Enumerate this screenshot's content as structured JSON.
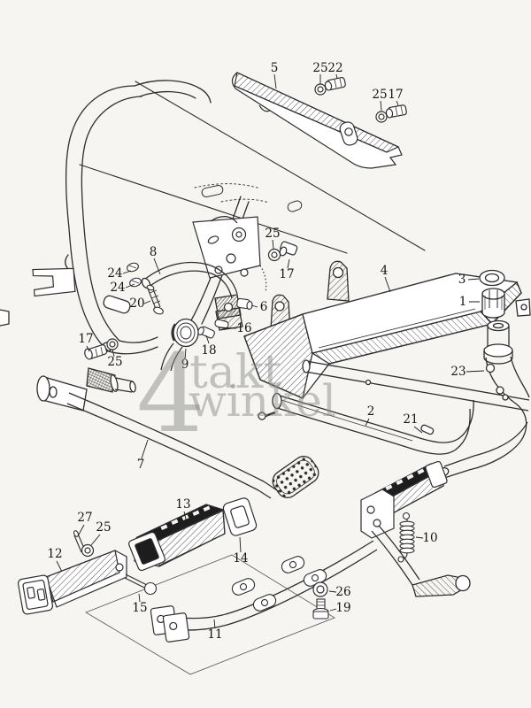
{
  "colors": {
    "paper": "#f6f5f1",
    "ink": "#2e2e2e",
    "label": "#151515",
    "watermark_gray": "#8c8c8c"
  },
  "diagram": {
    "watermark": {
      "big": "4",
      "line1": "takt",
      "line2": "winkel"
    },
    "callouts": [
      {
        "label": "5"
      },
      {
        "label": "25"
      },
      {
        "label": "22"
      },
      {
        "label": "25"
      },
      {
        "label": "17"
      },
      {
        "label": "8"
      },
      {
        "label": "24"
      },
      {
        "label": "24"
      },
      {
        "label": "20"
      },
      {
        "label": "25"
      },
      {
        "label": "17"
      },
      {
        "label": "4"
      },
      {
        "label": "3"
      },
      {
        "label": "1"
      },
      {
        "label": "6"
      },
      {
        "label": "16"
      },
      {
        "label": "18"
      },
      {
        "label": "9"
      },
      {
        "label": "17"
      },
      {
        "label": "25"
      },
      {
        "label": "7"
      },
      {
        "label": "2"
      },
      {
        "label": "21"
      },
      {
        "label": "23"
      },
      {
        "label": "13"
      },
      {
        "label": "27"
      },
      {
        "label": "25"
      },
      {
        "label": "12"
      },
      {
        "label": "14"
      },
      {
        "label": "15"
      },
      {
        "label": "11"
      },
      {
        "label": "10"
      },
      {
        "label": "26"
      },
      {
        "label": "19"
      }
    ]
  }
}
